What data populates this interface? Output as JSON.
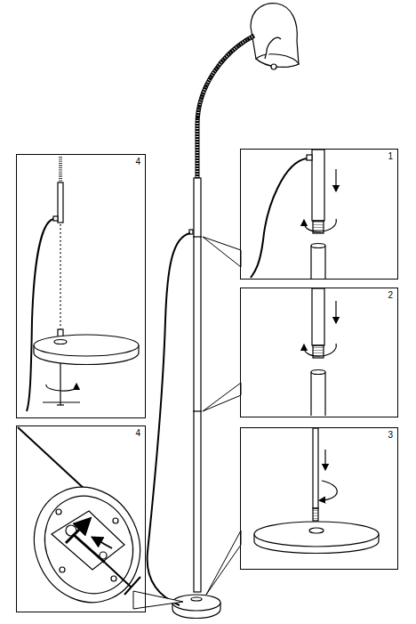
{
  "diagram": {
    "nodes": [
      {
        "text": [
          "4"
        ]
      },
      {
        "text": [
          "1"
        ]
      },
      {
        "text": [
          "2"
        ]
      },
      {
        "text": [
          "4"
        ]
      },
      {
        "text": [
          "3"
        ]
      }
    ]
  }
}
